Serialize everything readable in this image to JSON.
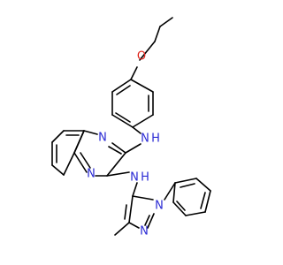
{
  "atoms": {
    "o_ether": "O",
    "n_quinox_top": "N",
    "n_quinox_bottom": "N",
    "n_amine_top": "N",
    "h_amine_top": "H",
    "n_amine_bottom": "N",
    "h_amine_bottom": "H",
    "n_pyrazole_1": "N",
    "n_pyrazole_2": "N"
  },
  "colors": {
    "nitrogen": "#2a2ad4",
    "oxygen": "#e0251b",
    "bond": "#000000"
  }
}
